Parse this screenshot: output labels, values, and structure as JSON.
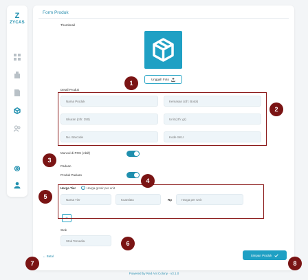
{
  "app": {
    "logo_text": "ZYCAS"
  },
  "sidebar": {
    "items": [
      {
        "name": "sidebar-item-dashboard",
        "icon": "grid-icon"
      },
      {
        "name": "sidebar-item-stores",
        "icon": "building-icon"
      },
      {
        "name": "sidebar-item-reports",
        "icon": "document-icon"
      },
      {
        "name": "sidebar-item-products",
        "icon": "box-icon",
        "active": true
      },
      {
        "name": "sidebar-item-users",
        "icon": "users-icon"
      }
    ],
    "bottom_items": [
      {
        "name": "sidebar-item-settings",
        "icon": "gear-icon"
      },
      {
        "name": "sidebar-item-profile",
        "icon": "person-icon",
        "active": true
      }
    ]
  },
  "form": {
    "title": "Form Produk",
    "thumbnail": {
      "label": "Thumbnail",
      "upload_label": "Unggah Foto",
      "upload_icon": "upload-icon"
    },
    "product_details": {
      "label": "Detail Produk",
      "fields": [
        {
          "name": "nama-produk-field",
          "placeholder": "Nama Produk"
        },
        {
          "name": "kemasan-field",
          "placeholder": "Kemasan (cth: Botol)"
        },
        {
          "name": "ukuran-field",
          "placeholder": "Ukuran (cth: 250)"
        },
        {
          "name": "unit-field",
          "placeholder": "Unit (cth: gr)"
        },
        {
          "name": "barcode-field",
          "placeholder": "No. Barcode"
        },
        {
          "name": "sku-field",
          "placeholder": "Kode SKU"
        }
      ]
    },
    "pos_toggle": {
      "label": "Muncul di POS (Aktif)",
      "on": true
    },
    "bundle": {
      "section_label": "Paduan",
      "toggle_label": "Produk Paduan",
      "on": true
    },
    "tier": {
      "label": "Harga Tier",
      "hint": "Harga grosir per unit",
      "name_placeholder": "Nama Tier",
      "quantity_placeholder": "Kuantitas",
      "currency_prefix": "Rp",
      "price_placeholder": "Harga per Unit",
      "add_label": "+"
    },
    "stock": {
      "label": "Stok",
      "placeholder": "Stok Tersedia"
    },
    "back_label": "← Batal",
    "save_label": "Simpan Produk",
    "save_icon": "check-icon"
  },
  "footer": {
    "text": "Powered by Red Ant Colony · v3.1.0"
  },
  "annotations": {
    "color": "#7a1414",
    "badges": [
      "1",
      "2",
      "3",
      "4",
      "5",
      "6",
      "7",
      "8"
    ]
  }
}
